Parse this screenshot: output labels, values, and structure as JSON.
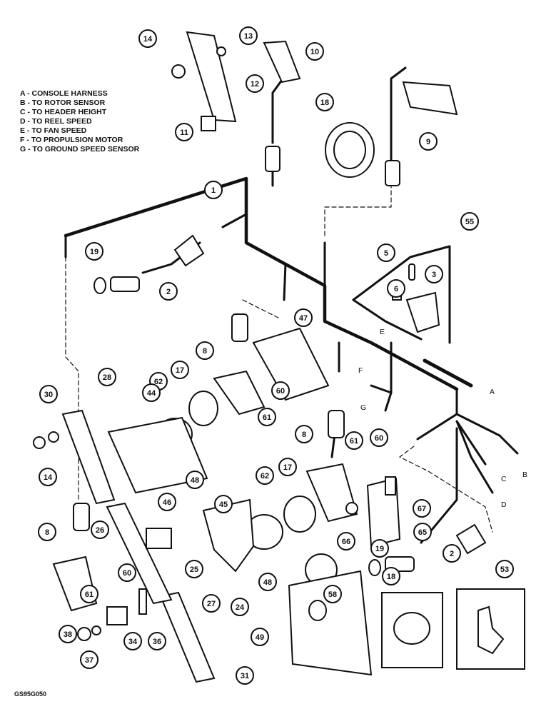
{
  "legend": [
    "A - CONSOLE HARNESS",
    "B - TO ROTOR SENSOR",
    "C - TO HEADER HEIGHT",
    "D - TO REEL SPEED",
    "E - TO FAN SPEED",
    "F - TO PROPULSION MOTOR",
    "G - TO GROUND SPEED SENSOR"
  ],
  "harness_letters": [
    "A",
    "B",
    "C",
    "D",
    "E",
    "F",
    "G"
  ],
  "callouts": [
    "14",
    "13",
    "10",
    "12",
    "11",
    "18",
    "9",
    "1",
    "19",
    "2",
    "55",
    "5",
    "3",
    "6",
    "47",
    "8",
    "60",
    "61",
    "17",
    "62",
    "44",
    "28",
    "30",
    "14",
    "46",
    "48",
    "8",
    "61",
    "60",
    "45",
    "62",
    "17",
    "67",
    "65",
    "66",
    "26",
    "8",
    "60",
    "25",
    "61",
    "24",
    "48",
    "58",
    "19",
    "2",
    "27",
    "36",
    "34",
    "38",
    "37",
    "49",
    "18",
    "53",
    "31"
  ],
  "figure_code": "GS95G050",
  "colors": {
    "ink": "#111111",
    "paper": "#ffffff"
  }
}
